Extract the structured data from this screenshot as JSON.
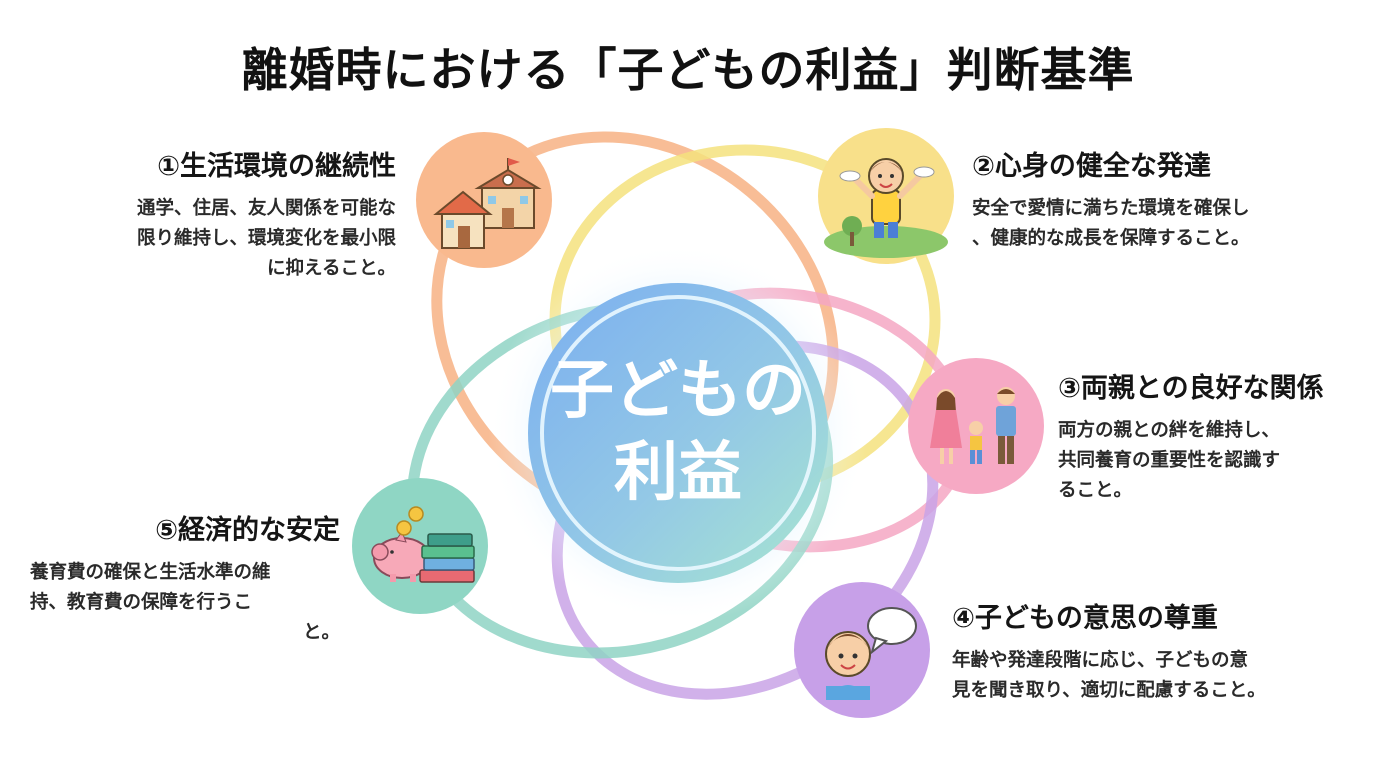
{
  "title": "離婚時における「子どもの利益」判断基準",
  "center": {
    "line1": "子どもの",
    "line2": "利益"
  },
  "colors": {
    "orange": "#f7b184",
    "yellow": "#f5e27e",
    "pink": "#f4a7c3",
    "purple": "#c9a3e6",
    "teal": "#8fd3c4",
    "center_blue": "#7fb2ee",
    "center_teal": "#9fe0cf"
  },
  "criteria": [
    {
      "heading": "①生活環境の継続性",
      "lines": [
        "通学、住居、友人関係を可能な",
        "限り維持し、環境変化を最小限",
        "に抑えること。"
      ],
      "icon": "house-school-icon"
    },
    {
      "heading": "②心身の健全な発達",
      "lines": [
        "安全で愛情に満ちた環境を確保し",
        "、健康的な成長を保障すること。"
      ],
      "icon": "happy-child-icon"
    },
    {
      "heading": "③両親との良好な関係",
      "lines": [
        "両方の親との絆を維持し、",
        "共同養育の重要性を認識す",
        "ること。"
      ],
      "icon": "family-icon"
    },
    {
      "heading": "④子どもの意思の尊重",
      "lines": [
        "年齢や発達段階に応じ、子どもの意",
        "見を聞き取り、適切に配慮すること。"
      ],
      "icon": "child-speech-icon"
    },
    {
      "heading": "⑤経済的な安定",
      "lines": [
        "養育費の確保と生活水準の維",
        "持、教育費の保障を行うこ",
        "と。"
      ],
      "icon": "piggybank-books-icon"
    }
  ]
}
